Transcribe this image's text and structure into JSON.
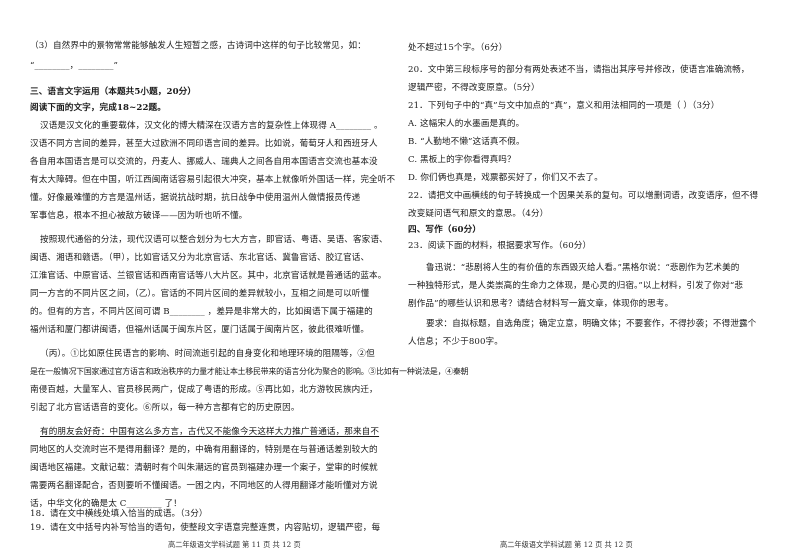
{
  "left": {
    "q3_line1": "（3）自然界中的景物常常能够触发人生短暂之感，古诗词中这样的句子比较常见，如：",
    "q3_line2": "“________，________”",
    "section3_title": "三、语言文字运用（本题共5小题，20分）",
    "section3_instr": "阅读下面的文字，完成18~22题。",
    "p1": [
      "汉语是汉文化的重要载体，汉文化的博大精深在汉语方言的复杂性上体现得 A________ 。",
      "汉语不同方言间的差异，甚至大过欧洲不同印语言间的差异。比如说，葡萄牙人和西班牙人",
      "各自用本国语言是可以交流的，丹麦人、挪威人、瑞典人之间各自用本国语言交流也基本没",
      "有太大障碍。但在中国，听江西闽南话容易引起很大冲突，基本上就像听外国话一样，完全听不",
      "懂。好像最难懂的方言是温州话，据说抗战时期，抗日战争中使用温州人做情报员传递",
      "军事信息，根本不担心被敌方破译——因为听也听不懂。"
    ],
    "p2": [
      "按照现代通俗的分法，现代汉语可以整合划分为七大方言，即官话、粤语、吴语、客家语、",
      "闽语、湘语和赣语。（甲），比如官话又分为北京官话、东北官话、冀鲁官话、胶辽官话、",
      "江淮官话、中原官话、兰银官话和西南官话等八大片区。其中，北京官话就是普通话的蓝本。",
      "同一方言的不同片区之间，（乙）。官话的不同片区间的差异就较小，互相之间是可以听懂",
      "的。但有的方言，不同片区间可谓 B________ ，差异是非常大的，比如闽语下属于福建的",
      "福州话和厦门都讲闽语，但福州话属于闽东片区，厦门话属于闽南片区，彼此很难听懂。"
    ],
    "p3": [
      "（丙）。①比如原住民语言的影响、时间流逝引起的自身变化和地理环境的阻隔等，②但",
      "是在一般情况下国家通过官方语言和政治秩序的力量才能让本土移民带来的语言分化为聚合的影响。③比如有一种说法是，④秦朝",
      "南侵百越，大量军人、官员移民两广，促成了粤语的形成。⑤再比如，北方游牧民族内迁，",
      "引起了北方官话语音的变化。⑥所以，每一种方言都有它的历史原因。"
    ],
    "p4": [
      "有的朋友会好奇：中国有这么多方言，古代又不能像今天这样大力推广普通话，那来自不",
      "同地区的人交流时岂不是得用翻译？是的，中确有用翻译的，特别是在与普通话差别较大的",
      "闽语地区福建。文献记载：清朝时有个叫朱潮远的官员到福建办理一个案子，堂审的时候就",
      "需要两名翻译配合，否则要听不懂闽语。一困之内，不同地区的人得用翻译才能听懂对方说",
      "话，中华文化的确是太 C________  了！"
    ],
    "q18": "18．请在文中横线处填入恰当的成语。（3分）",
    "q19": "19．请在文中括号内补写恰当的语句，使整段文字语意完整连贯，内容贴切，逻辑严密，每",
    "footer": "高二年级语文学科试题  第 11 页  共 12 页"
  },
  "right": {
    "r1": "处不超过15个字。（6分）",
    "q20a": "20．文中第三段标序号的部分有两处表述不当，请指出其序号并修改，使语言准确流畅，",
    "q20b": "逻辑严密，不得改变原意。（5分）",
    "q21": "21．下列句子中的“真”与文中加点的“真”，意义和用法相同的一项是（    ）（3分）",
    "optA": "A. 这幅宋人的水墨画是真的。",
    "optB": "B. “人勤地不懒”这话真不假。",
    "optC": "C. 黑板上的字你看得真吗？",
    "optD": "D. 你们俩也真是，戏票都买好了，你们又不去了。",
    "q22a": "22．请把文中画横线的句子转换成一个因果关系的复句。可以增删词语，改变语序，但不得",
    "q22b": "改变疑问语气和原文的意思。（4分）",
    "section4": "四、写作（60分）",
    "q23": "23．阅读下面的材料，根据要求写作。（60分）",
    "mat": [
      "鲁迅说：“悲剧将人生的有价值的东西毁灭给人看。”黑格尔说：“悲剧作为艺术美的",
      "一种独特形式，是人类崇高的生命力之体现，是心灵的归宿。”以上材料，引发了你对“悲",
      "剧作品”的哪些认识和思考？请结合材料写一篇文章，体现你的思考。"
    ],
    "req": [
      "要求：自拟标题，自选角度；确定立意，明确文体；不要套作，不得抄袭；不得泄露个",
      "人信息；不少于800字。"
    ],
    "footer": "高二年级语文学科试题  第 12 页  共 12 页"
  }
}
